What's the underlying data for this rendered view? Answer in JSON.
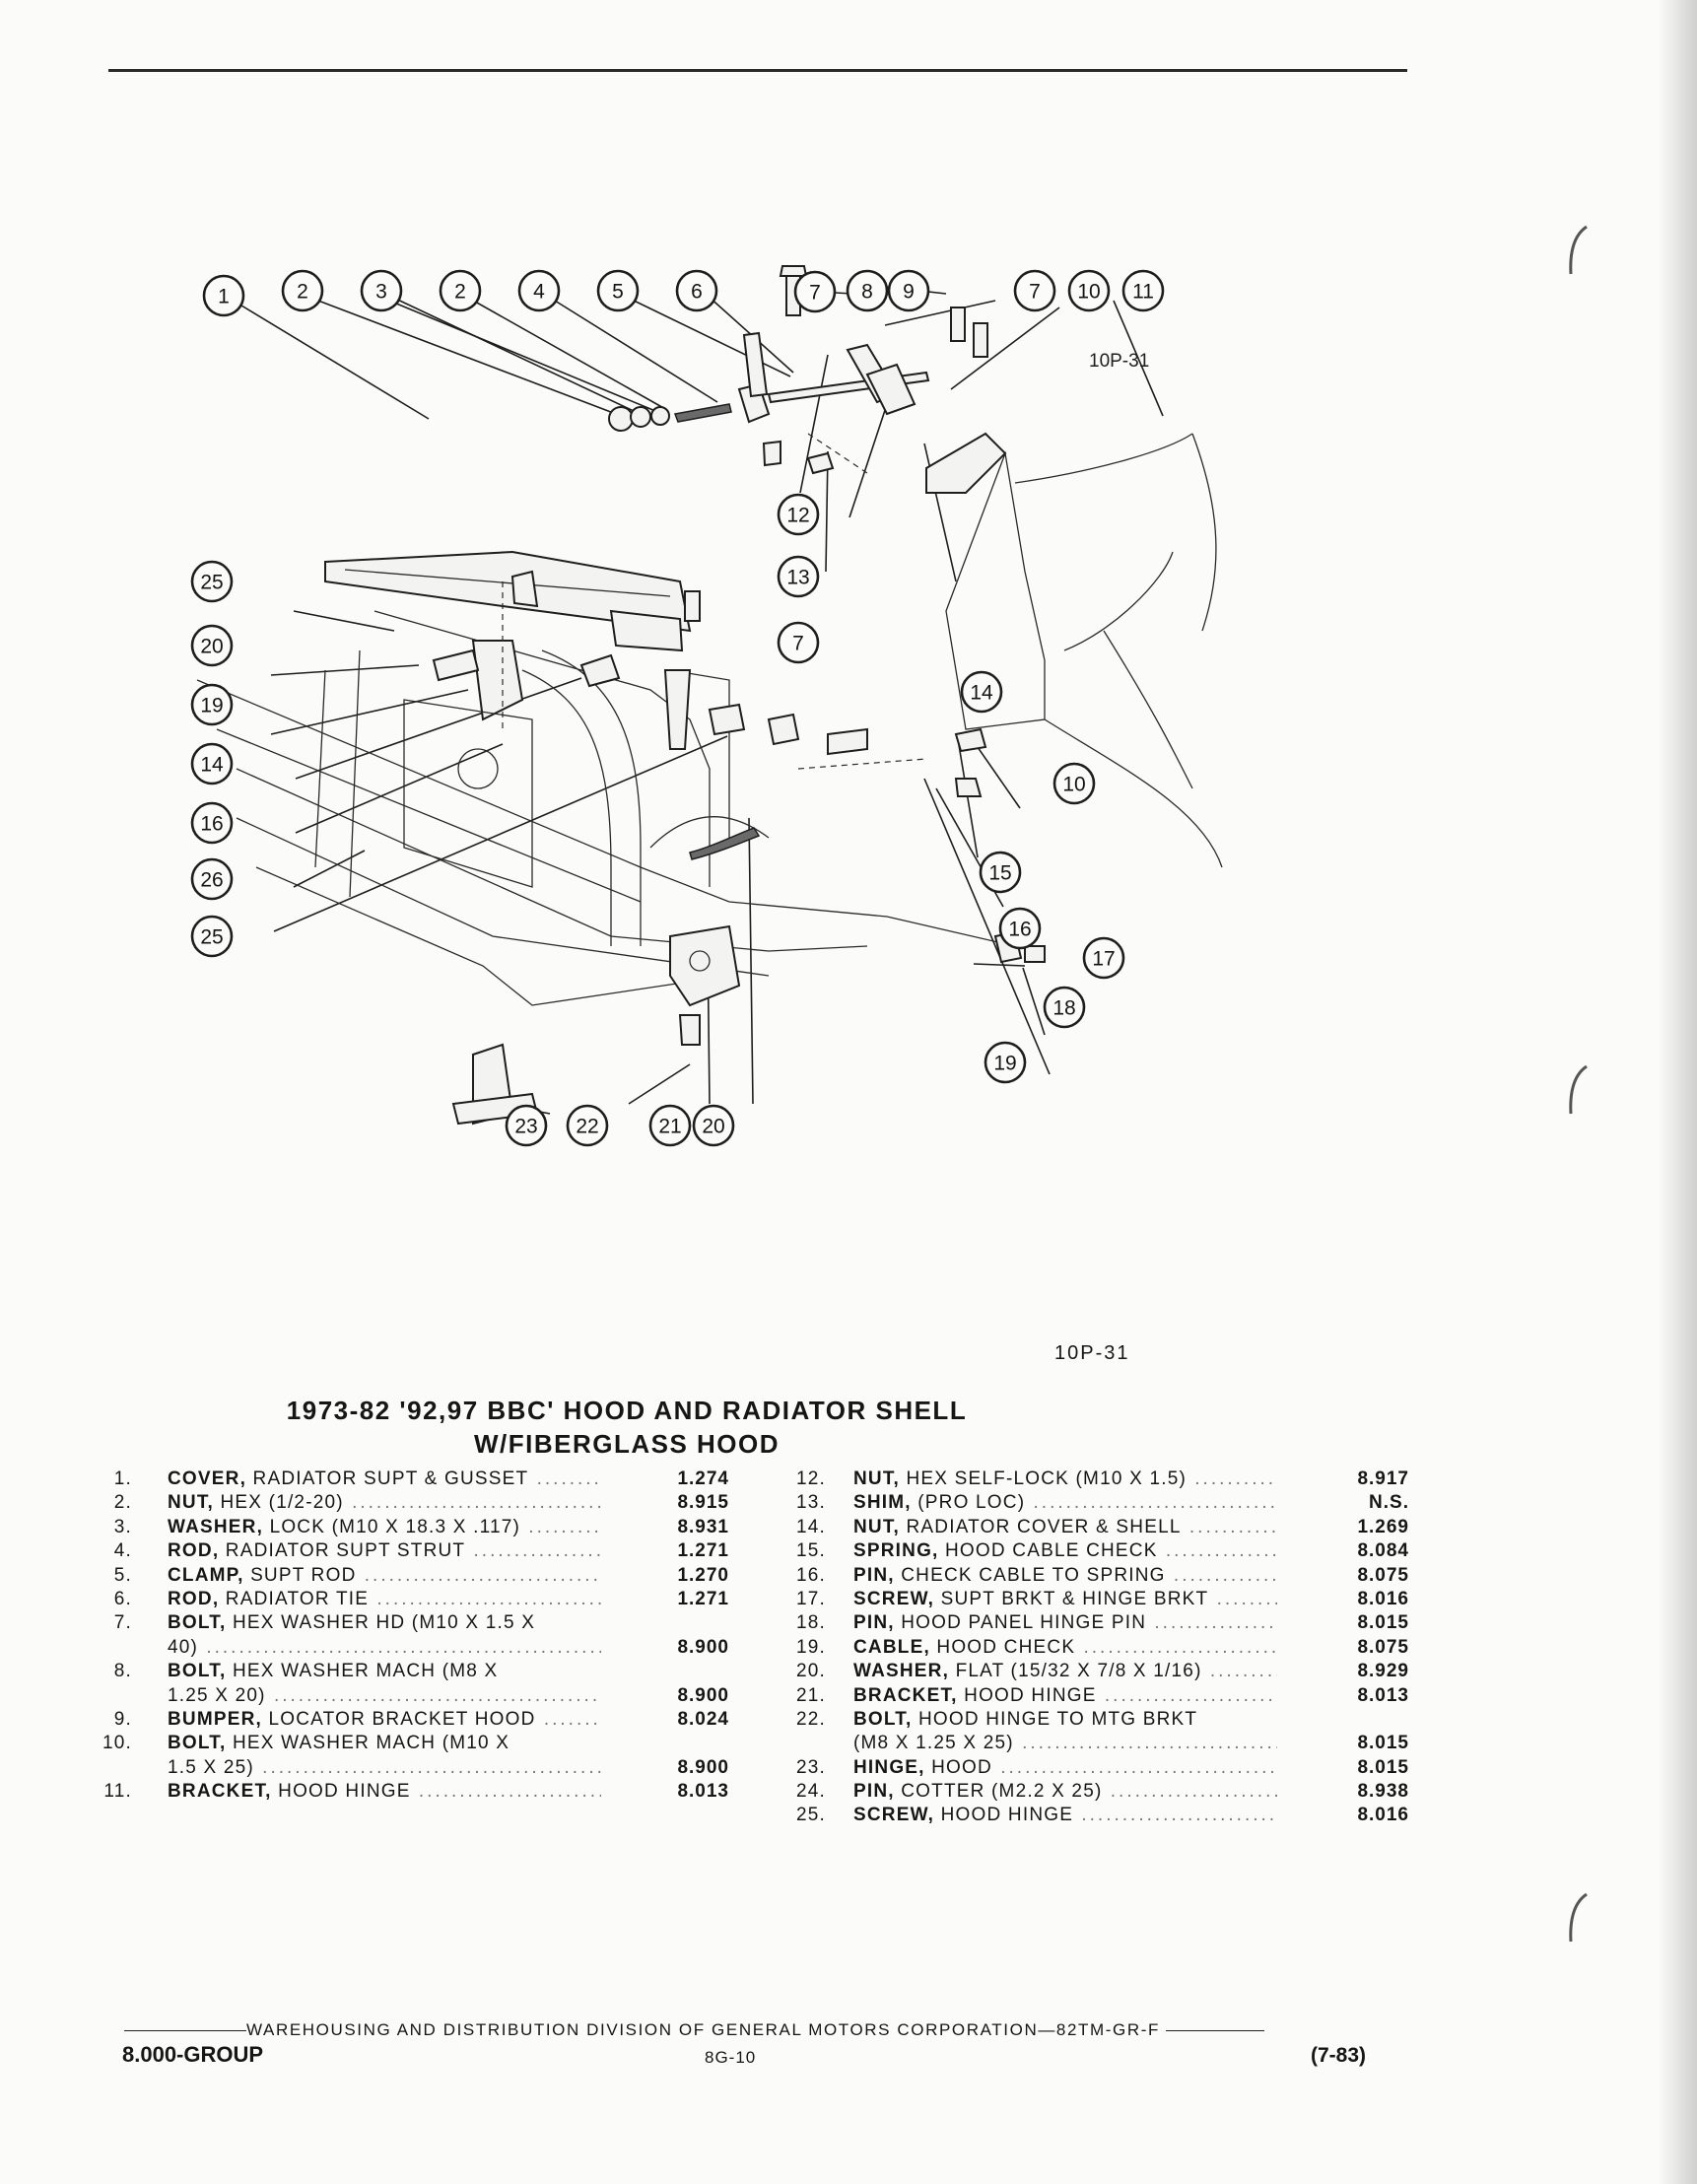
{
  "figure_code": "10P-31",
  "title_line_1": "1973-82 '92,97 BBC' HOOD AND RADIATOR SHELL",
  "title_line_2": "W/FIBERGLASS HOOD",
  "parts_left": [
    {
      "num": "1.",
      "name": "COVER,",
      "desc": "RADIATOR SUPT & GUSSET",
      "code": "1.274"
    },
    {
      "num": "2.",
      "name": "NUT,",
      "desc": "HEX (1/2-20)",
      "code": "8.915"
    },
    {
      "num": "3.",
      "name": "WASHER,",
      "desc": "LOCK (M10 X 18.3 X .117)",
      "code": "8.931"
    },
    {
      "num": "4.",
      "name": "ROD,",
      "desc": "RADIATOR SUPT STRUT",
      "code": "1.271"
    },
    {
      "num": "5.",
      "name": "CLAMP,",
      "desc": "SUPT ROD",
      "code": "1.270"
    },
    {
      "num": "6.",
      "name": "ROD,",
      "desc": "RADIATOR TIE",
      "code": "1.271"
    },
    {
      "num": "7.",
      "name": "BOLT,",
      "desc": "HEX WASHER HD (M10 X 1.5 X",
      "code": ""
    },
    {
      "num": "",
      "name": "",
      "desc": "40)",
      "code": "8.900"
    },
    {
      "num": "8.",
      "name": "BOLT,",
      "desc": "HEX WASHER MACH (M8 X",
      "code": ""
    },
    {
      "num": "",
      "name": "",
      "desc": "1.25 X 20)",
      "code": "8.900"
    },
    {
      "num": "9.",
      "name": "BUMPER,",
      "desc": "LOCATOR BRACKET HOOD",
      "code": "8.024"
    },
    {
      "num": "10.",
      "name": "BOLT,",
      "desc": "HEX WASHER MACH (M10 X",
      "code": ""
    },
    {
      "num": "",
      "name": "",
      "desc": "1.5 X 25)",
      "code": "8.900"
    },
    {
      "num": "11.",
      "name": "BRACKET,",
      "desc": "HOOD HINGE",
      "code": "8.013"
    }
  ],
  "parts_right": [
    {
      "num": "12.",
      "name": "NUT,",
      "desc": "HEX SELF-LOCK (M10 X 1.5)",
      "code": "8.917"
    },
    {
      "num": "13.",
      "name": "SHIM,",
      "desc": "(PRO LOC)",
      "code": "N.S."
    },
    {
      "num": "14.",
      "name": "NUT,",
      "desc": "RADIATOR COVER & SHELL",
      "code": "1.269"
    },
    {
      "num": "15.",
      "name": "SPRING,",
      "desc": "HOOD CABLE CHECK",
      "code": "8.084"
    },
    {
      "num": "16.",
      "name": "PIN,",
      "desc": "CHECK CABLE TO SPRING",
      "code": "8.075"
    },
    {
      "num": "17.",
      "name": "SCREW,",
      "desc": "SUPT BRKT & HINGE BRKT",
      "code": "8.016"
    },
    {
      "num": "18.",
      "name": "PIN,",
      "desc": "HOOD PANEL HINGE PIN",
      "code": "8.015"
    },
    {
      "num": "19.",
      "name": "CABLE,",
      "desc": "HOOD CHECK",
      "code": "8.075"
    },
    {
      "num": "20.",
      "name": "WASHER,",
      "desc": "FLAT (15/32 X 7/8 X 1/16)",
      "code": "8.929"
    },
    {
      "num": "21.",
      "name": "BRACKET,",
      "desc": "HOOD HINGE",
      "code": "8.013"
    },
    {
      "num": "22.",
      "name": "BOLT,",
      "desc": "HOOD HINGE TO MTG BRKT",
      "code": ""
    },
    {
      "num": "",
      "name": "",
      "desc": "(M8 X 1.25 X 25)",
      "code": "8.015"
    },
    {
      "num": "23.",
      "name": "HINGE,",
      "desc": "HOOD",
      "code": "8.015"
    },
    {
      "num": "24.",
      "name": "PIN,",
      "desc": "COTTER (M2.2 X 25)",
      "code": "8.938"
    },
    {
      "num": "25.",
      "name": "SCREW,",
      "desc": "HOOD HINGE",
      "code": "8.016"
    }
  ],
  "callouts": [
    "1",
    "2",
    "3",
    "2",
    "4",
    "5",
    "6",
    "7",
    "8",
    "9",
    "7",
    "10",
    "11",
    "12",
    "13",
    "7",
    "14",
    "25",
    "20",
    "19",
    "14",
    "16",
    "26",
    "25",
    "10",
    "15",
    "16",
    "17",
    "18",
    "19",
    "23",
    "22",
    "21",
    "20"
  ],
  "footer": {
    "division": "WAREHOUSING AND DISTRIBUTION DIVISION OF GENERAL MOTORS CORPORATION—82TM-GR-F",
    "group": "8.000-GROUP",
    "page": "8G-10",
    "date": "(7-83)"
  }
}
